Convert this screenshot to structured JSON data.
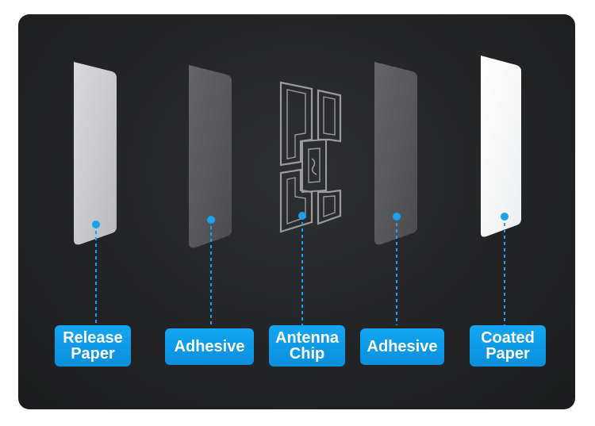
{
  "layers": [
    {
      "id": "release-paper",
      "label": "Release Paper"
    },
    {
      "id": "adhesive-1",
      "label": "Adhesive"
    },
    {
      "id": "antenna-chip",
      "label": "Antenna Chip"
    },
    {
      "id": "adhesive-2",
      "label": "Adhesive"
    },
    {
      "id": "coated-paper",
      "label": "Coated Paper"
    }
  ],
  "colors": {
    "background": "#232426",
    "accent": "#0b8fdc",
    "label_text": "#ffffff"
  }
}
